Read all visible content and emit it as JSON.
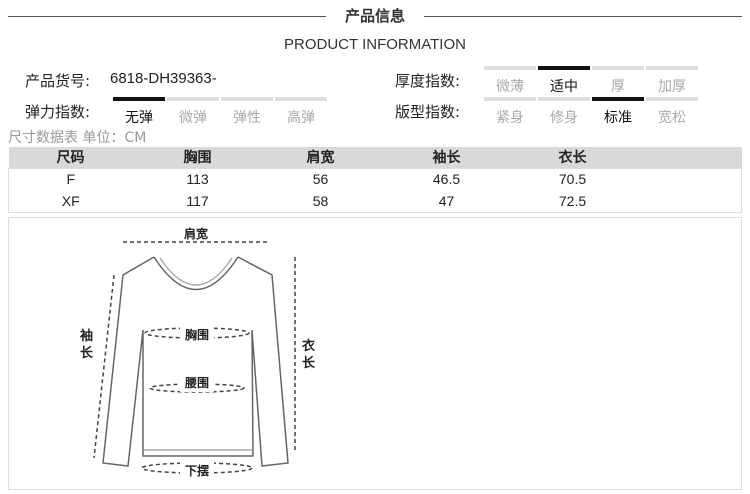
{
  "header": {
    "title": "产品信息",
    "subtitle": "PRODUCT INFORMATION"
  },
  "product": {
    "code_label": "产品货号:",
    "code_value": "6818-DH39363-"
  },
  "thickness": {
    "label": "厚度指数:",
    "options": [
      "微薄",
      "适中",
      "厚",
      "加厚"
    ],
    "selected": 1
  },
  "elasticity": {
    "label": "弹力指数:",
    "options": [
      "无弹",
      "微弹",
      "弹性",
      "高弹"
    ],
    "selected": 0
  },
  "fit": {
    "label": "版型指数:",
    "options": [
      "紧身",
      "修身",
      "标准",
      "宽松"
    ],
    "selected": 2
  },
  "size_table": {
    "caption": "尺寸数据表 单位：CM",
    "headers": [
      "尺码",
      "胸围",
      "肩宽",
      "袖长",
      "衣长"
    ],
    "rows": [
      [
        "F",
        "113",
        "56",
        "46.5",
        "70.5"
      ],
      [
        "XF",
        "117",
        "58",
        "47",
        "72.5"
      ]
    ]
  },
  "diagram": {
    "shoulder": "肩宽",
    "chest": "胸围",
    "waist": "腰围",
    "hem": "下摆",
    "sleeve": "袖长",
    "length": "衣长"
  }
}
